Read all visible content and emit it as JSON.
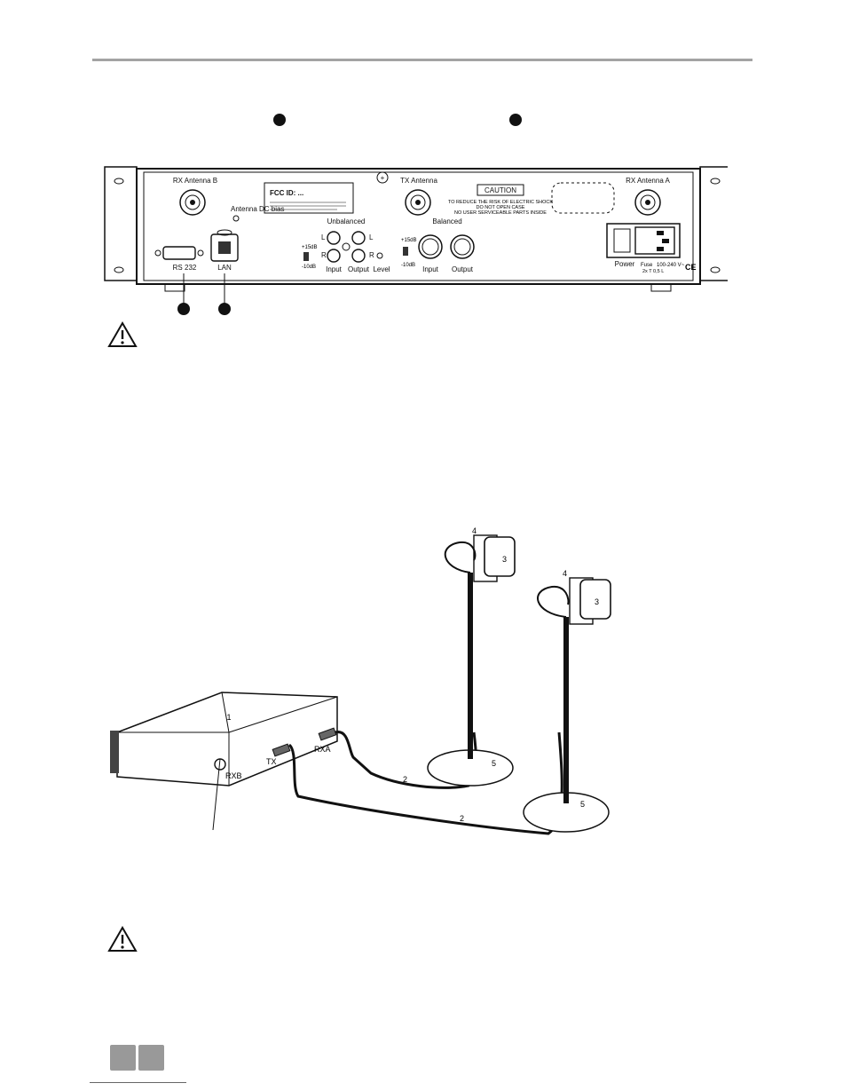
{
  "panel": {
    "rx_antenna_b": "RX Antenna B",
    "antenna_dc_bias": "Antenna DC bias",
    "fcc_text": "FCC ID: ...",
    "tx_antenna": "TX Antenna",
    "caution": "CAUTION",
    "caution_line1": "TO REDUCE THE RISK OF ELECTRIC SHOCK",
    "caution_line2": "DO NOT OPEN CASE",
    "caution_line3": "NO USER SERVICEABLE PARTS INSIDE",
    "rx_antenna_a": "RX Antenna A",
    "unbalanced": "Unbalanced",
    "balanced": "Balanced",
    "l1": "L",
    "r1": "R",
    "l2": "L",
    "r2": "R",
    "plus15": "+15dB",
    "minus10": "-10dB",
    "plus15b": "+15dB",
    "minus10b": "-10dB",
    "input": "Input",
    "output": "Output",
    "level": "Level",
    "input_b": "Input",
    "output_b": "Output",
    "rs232": "RS 232",
    "lan": "LAN",
    "power": "Power",
    "fuse": "Fuse",
    "voltage": "100-240 V~",
    "fuse_rating": "2x T 0,5 L",
    "ce": "CE"
  },
  "diagram": {
    "label_1": "1",
    "label_2a": "2",
    "label_2b": "2",
    "label_3a": "3",
    "label_3b": "3",
    "label_4a": "4",
    "label_4b": "4",
    "label_5a": "5",
    "label_5b": "5",
    "rxb": "RXB",
    "tx": "TX",
    "rxa": "RXA"
  }
}
